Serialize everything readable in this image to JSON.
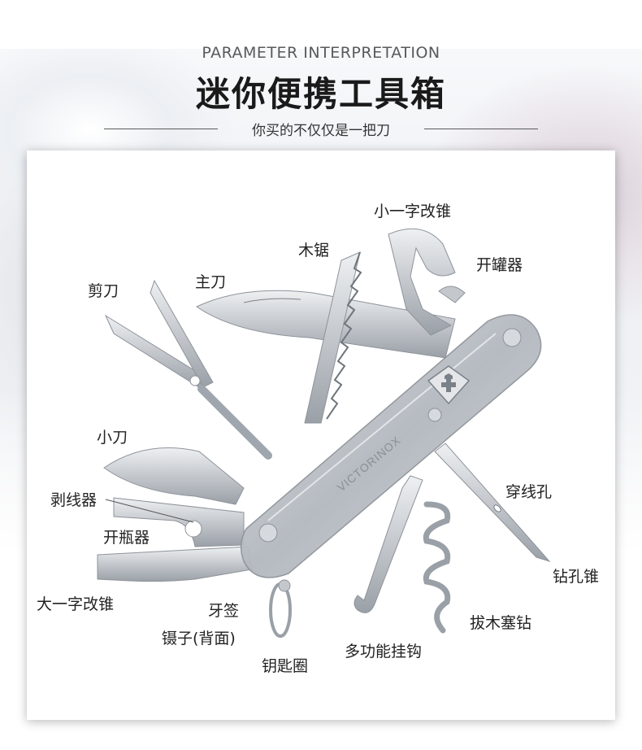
{
  "header": {
    "subtitle_en": "PARAMETER INTERPRETATION",
    "title": "迷你便携工具箱",
    "tagline": "你买的不仅仅是一把刀"
  },
  "labels": {
    "small_flat_screwdriver": "小一字改锥",
    "can_opener": "开罐器",
    "saw": "木锯",
    "main_blade": "主刀",
    "scissors": "剪刀",
    "small_blade": "小刀",
    "wire_stripper": "剥线器",
    "bottle_opener": "开瓶器",
    "large_flat_screwdriver": "大一字改锥",
    "toothpick": "牙签",
    "tweezers": "镊子(背面)",
    "key_ring": "钥匙圈",
    "multi_hook": "多功能挂钩",
    "corkscrew": "拔木塞钻",
    "awl": "钻孔锥",
    "reamer": "穿线孔"
  },
  "brand": {
    "engraving": "VICTORINOX"
  },
  "colors": {
    "steel": "#c9ccd1",
    "steel_dark": "#8e939a",
    "handle": "#b8bcc2",
    "text": "#222222"
  }
}
